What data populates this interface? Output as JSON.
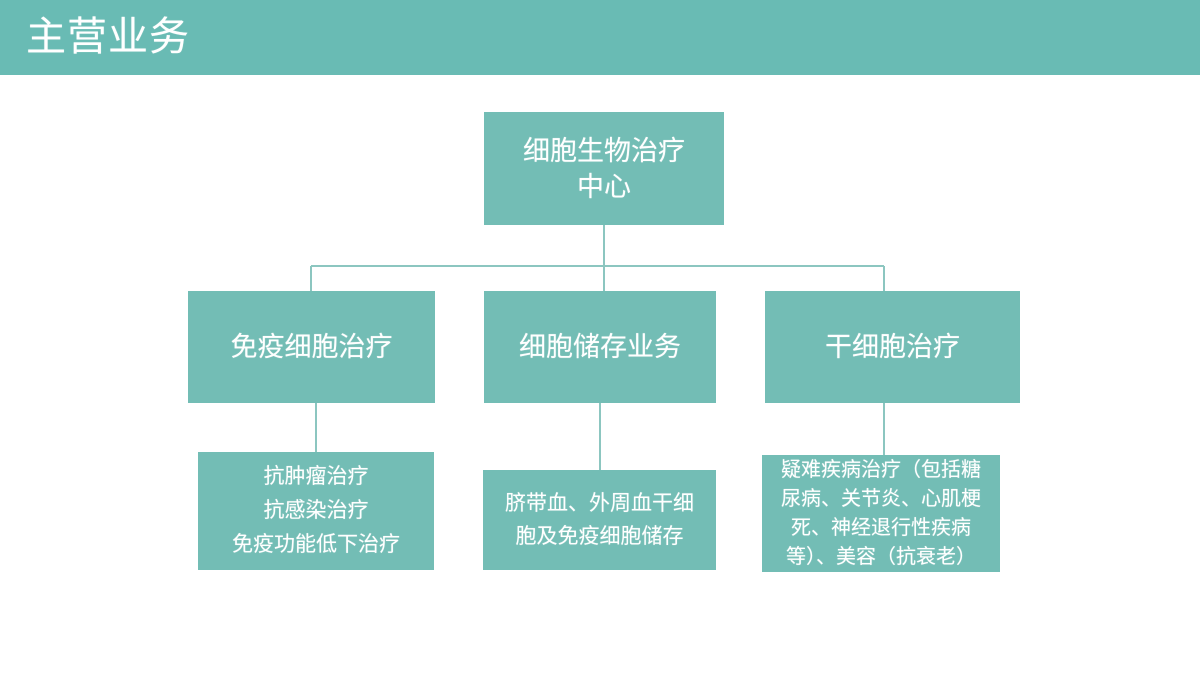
{
  "header": {
    "title": "主营业务",
    "background_color": "#69bbb4",
    "text_color": "#ffffff"
  },
  "slide": {
    "background_color": "#ffffff",
    "node_color": "#73bdb5",
    "connector_color": "#8cc6c0"
  },
  "diagram": {
    "type": "org-chart",
    "root": {
      "label": "细胞生物治疗\n中心"
    },
    "branches": [
      {
        "label": "免疫细胞治疗",
        "detail": "抗肿瘤治疗\n抗感染治疗\n免疫功能低下治疗"
      },
      {
        "label": "细胞储存业务",
        "detail": "脐带血、外周血干细\n胞及免疫细胞储存"
      },
      {
        "label": "干细胞治疗",
        "detail": "疑难疾病治疗（包括糖\n尿病、关节炎、心肌梗\n死、神经退行性疾病\n等）、美容（抗衰老）"
      }
    ]
  }
}
